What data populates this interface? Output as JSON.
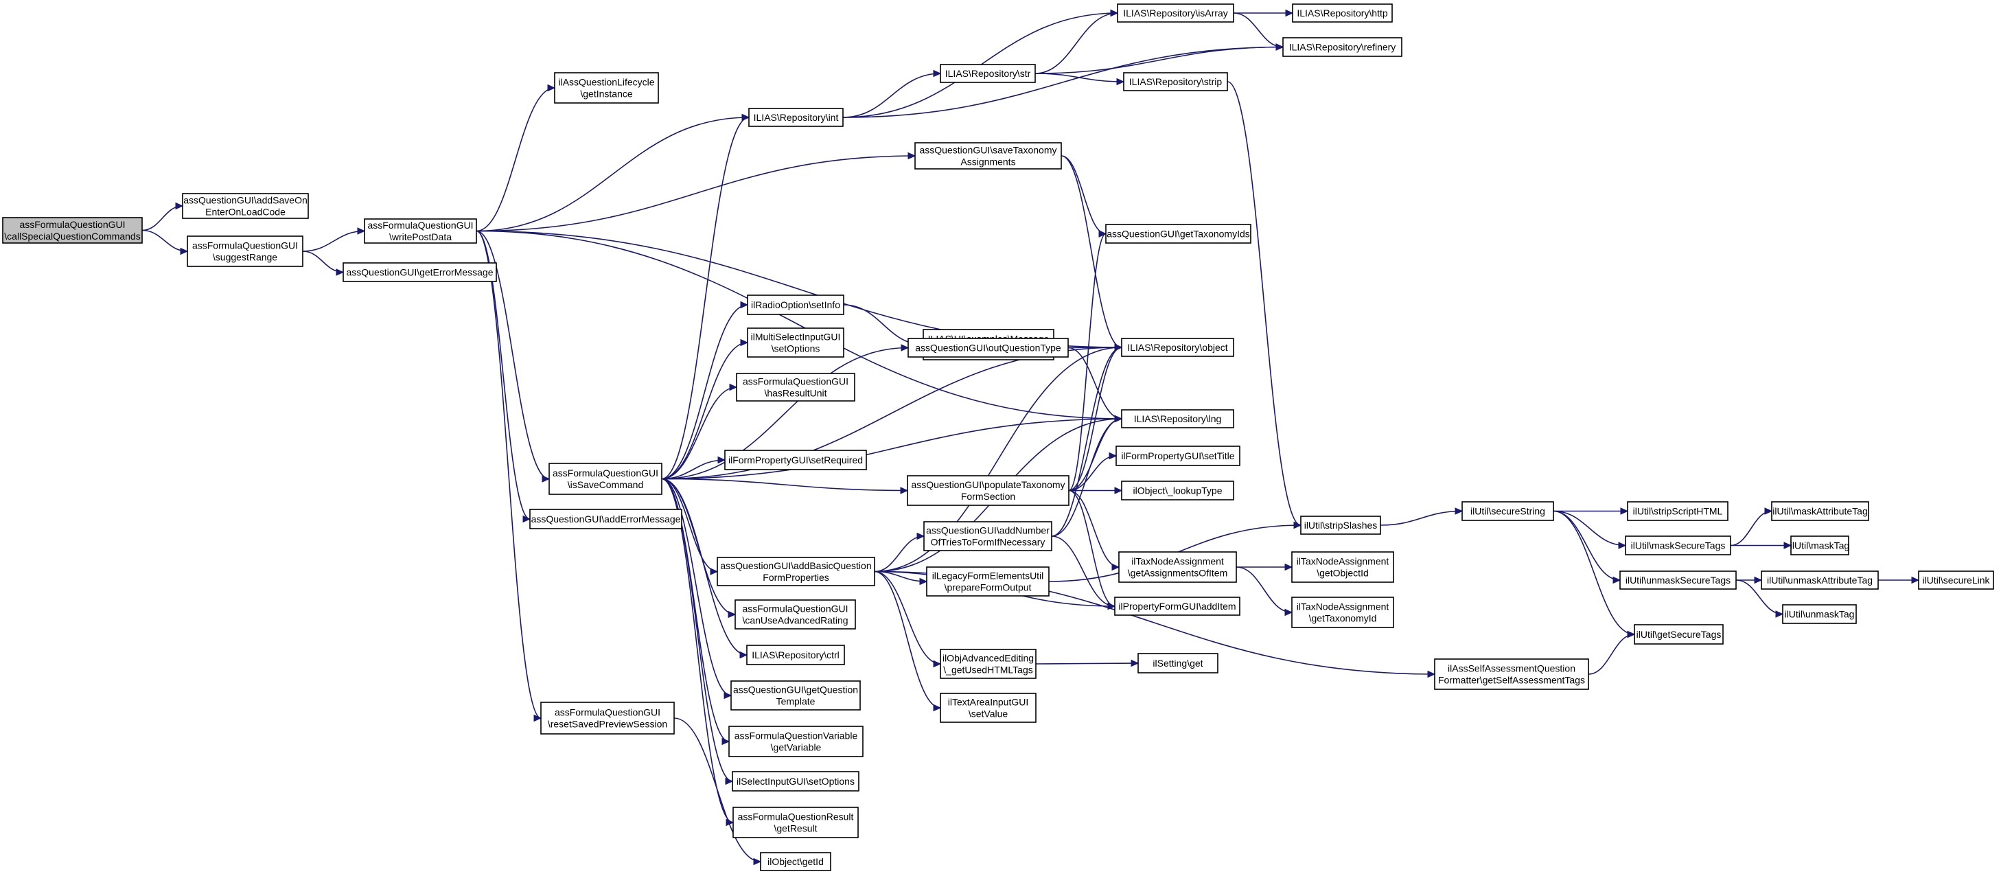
{
  "graph": {
    "nodes": [
      {
        "id": "n1",
        "lines": [
          "assFormulaQuestionGUI",
          "\\callSpecialQuestionCommands"
        ],
        "root": true
      },
      {
        "id": "n2",
        "lines": [
          "assQuestionGUI\\addSaveOn",
          "EnterOnLoadCode"
        ]
      },
      {
        "id": "n3",
        "lines": [
          "assFormulaQuestionGUI",
          "\\suggestRange"
        ]
      },
      {
        "id": "n4",
        "lines": [
          "assFormulaQuestionGUI",
          "\\writePostData"
        ]
      },
      {
        "id": "n5",
        "lines": [
          "assQuestionGUI\\getErrorMessage"
        ]
      },
      {
        "id": "n6",
        "lines": [
          "ilAssQuestionLifecycle",
          "\\getInstance"
        ]
      },
      {
        "id": "n7",
        "lines": [
          "ILIAS\\Repository\\int"
        ]
      },
      {
        "id": "n8",
        "lines": [
          "assQuestionGUI\\saveTaxonomy",
          "Assignments"
        ]
      },
      {
        "id": "n9",
        "lines": [
          "ILIAS\\Repository\\object"
        ]
      },
      {
        "id": "n10",
        "lines": [
          "ILIAS\\Repository\\lng"
        ]
      },
      {
        "id": "n11",
        "lines": [
          "assFormulaQuestionGUI",
          "\\isSaveCommand"
        ]
      },
      {
        "id": "n12",
        "lines": [
          "assQuestionGUI\\addErrorMessage"
        ]
      },
      {
        "id": "n13",
        "lines": [
          "assFormulaQuestionGUI",
          "\\resetSavedPreviewSession"
        ]
      },
      {
        "id": "n14",
        "lines": [
          "ILIAS\\Repository\\isArray"
        ]
      },
      {
        "id": "n15",
        "lines": [
          "ILIAS\\Repository\\http"
        ]
      },
      {
        "id": "n16",
        "lines": [
          "ILIAS\\Repository\\str"
        ]
      },
      {
        "id": "n17",
        "lines": [
          "ILIAS\\Repository\\refinery"
        ]
      },
      {
        "id": "n18",
        "lines": [
          "ILIAS\\Repository\\strip"
        ]
      },
      {
        "id": "n19",
        "lines": [
          "ilUtil\\stripSlashes"
        ]
      },
      {
        "id": "n20",
        "lines": [
          "assQuestionGUI\\getTaxonomyIds"
        ]
      },
      {
        "id": "n21",
        "lines": [
          "ilRadioOption\\setInfo"
        ]
      },
      {
        "id": "n22",
        "lines": [
          "ILIAS\\UI\\examples\\Message",
          "Box\\Info\\info"
        ]
      },
      {
        "id": "n23",
        "lines": [
          "ilMultiSelectInputGUI",
          "\\setOptions"
        ]
      },
      {
        "id": "n24",
        "lines": [
          "assFormulaQuestionGUI",
          "\\hasResultUnit"
        ]
      },
      {
        "id": "n25",
        "lines": [
          "assQuestionGUI\\outQuestionType"
        ]
      },
      {
        "id": "n26",
        "lines": [
          "ilFormPropertyGUI\\setRequired"
        ]
      },
      {
        "id": "n27",
        "lines": [
          "assQuestionGUI\\populateTaxonomy",
          "FormSection"
        ]
      },
      {
        "id": "n28",
        "lines": [
          "ilFormPropertyGUI\\setTitle"
        ]
      },
      {
        "id": "n29",
        "lines": [
          "ilObject\\_lookupType"
        ]
      },
      {
        "id": "n30",
        "lines": [
          "ilTaxNodeAssignment",
          "\\getAssignmentsOfItem"
        ]
      },
      {
        "id": "n31",
        "lines": [
          "ilTaxNodeAssignment",
          "\\getObjectId"
        ]
      },
      {
        "id": "n32",
        "lines": [
          "ilTaxNodeAssignment",
          "\\getTaxonomyId"
        ]
      },
      {
        "id": "n33",
        "lines": [
          "ilPropertyFormGUI\\addItem"
        ]
      },
      {
        "id": "n34",
        "lines": [
          "assQuestionGUI\\addBasicQuestion",
          "FormProperties"
        ]
      },
      {
        "id": "n35",
        "lines": [
          "assQuestionGUI\\addNumber",
          "OfTriesToFormIfNecessary"
        ]
      },
      {
        "id": "n36",
        "lines": [
          "ilLegacyFormElementsUtil",
          "\\prepareFormOutput"
        ]
      },
      {
        "id": "n37",
        "lines": [
          "ilObjAdvancedEditing",
          "\\_getUsedHTMLTags"
        ]
      },
      {
        "id": "n38",
        "lines": [
          "ilSetting\\get"
        ]
      },
      {
        "id": "n39",
        "lines": [
          "ilTextAreaInputGUI",
          "\\setValue"
        ]
      },
      {
        "id": "n40",
        "lines": [
          "assFormulaQuestionGUI",
          "\\canUseAdvancedRating"
        ]
      },
      {
        "id": "n41",
        "lines": [
          "ILIAS\\Repository\\ctrl"
        ]
      },
      {
        "id": "n42",
        "lines": [
          "assQuestionGUI\\getQuestion",
          "Template"
        ]
      },
      {
        "id": "n43",
        "lines": [
          "assFormulaQuestionVariable",
          "\\getVariable"
        ]
      },
      {
        "id": "n44",
        "lines": [
          "ilSelectInputGUI\\setOptions"
        ]
      },
      {
        "id": "n45",
        "lines": [
          "assFormulaQuestionResult",
          "\\getResult"
        ]
      },
      {
        "id": "n46",
        "lines": [
          "ilObject\\getId"
        ]
      },
      {
        "id": "n47",
        "lines": [
          "ilUtil\\secureString"
        ]
      },
      {
        "id": "n48",
        "lines": [
          "ilUtil\\stripScriptHTML"
        ]
      },
      {
        "id": "n49",
        "lines": [
          "ilUtil\\maskSecureTags"
        ]
      },
      {
        "id": "n50",
        "lines": [
          "ilUtil\\maskAttributeTag"
        ]
      },
      {
        "id": "n51",
        "lines": [
          "ilUtil\\maskTag"
        ]
      },
      {
        "id": "n52",
        "lines": [
          "ilUtil\\unmaskSecureTags"
        ]
      },
      {
        "id": "n53",
        "lines": [
          "ilUtil\\unmaskAttributeTag"
        ]
      },
      {
        "id": "n54",
        "lines": [
          "ilUtil\\secureLink"
        ]
      },
      {
        "id": "n55",
        "lines": [
          "ilUtil\\unmaskTag"
        ]
      },
      {
        "id": "n56",
        "lines": [
          "ilUtil\\getSecureTags"
        ]
      },
      {
        "id": "n57",
        "lines": [
          "ilAssSelfAssessmentQuestion",
          "Formatter\\getSelfAssessmentTags"
        ]
      }
    ],
    "edges": [
      [
        "n1",
        "n2"
      ],
      [
        "n1",
        "n3"
      ],
      [
        "n3",
        "n4"
      ],
      [
        "n3",
        "n5"
      ],
      [
        "n4",
        "n6"
      ],
      [
        "n4",
        "n7"
      ],
      [
        "n4",
        "n8"
      ],
      [
        "n4",
        "n9"
      ],
      [
        "n4",
        "n10"
      ],
      [
        "n4",
        "n11"
      ],
      [
        "n4",
        "n12"
      ],
      [
        "n4",
        "n13"
      ],
      [
        "n7",
        "n14"
      ],
      [
        "n7",
        "n16"
      ],
      [
        "n7",
        "n17"
      ],
      [
        "n14",
        "n15"
      ],
      [
        "n14",
        "n17"
      ],
      [
        "n16",
        "n14"
      ],
      [
        "n16",
        "n17"
      ],
      [
        "n16",
        "n18"
      ],
      [
        "n18",
        "n19"
      ],
      [
        "n8",
        "n20"
      ],
      [
        "n8",
        "n9"
      ],
      [
        "n11",
        "n7"
      ],
      [
        "n11",
        "n21"
      ],
      [
        "n11",
        "n23"
      ],
      [
        "n11",
        "n24"
      ],
      [
        "n11",
        "n25"
      ],
      [
        "n11",
        "n26"
      ],
      [
        "n11",
        "n27"
      ],
      [
        "n11",
        "n34"
      ],
      [
        "n11",
        "n40"
      ],
      [
        "n11",
        "n41"
      ],
      [
        "n11",
        "n42"
      ],
      [
        "n11",
        "n43"
      ],
      [
        "n11",
        "n44"
      ],
      [
        "n11",
        "n45"
      ],
      [
        "n11",
        "n9"
      ],
      [
        "n11",
        "n10"
      ],
      [
        "n21",
        "n22"
      ],
      [
        "n25",
        "n9"
      ],
      [
        "n25",
        "n10"
      ],
      [
        "n27",
        "n20"
      ],
      [
        "n27",
        "n9"
      ],
      [
        "n27",
        "n10"
      ],
      [
        "n27",
        "n28"
      ],
      [
        "n27",
        "n29"
      ],
      [
        "n27",
        "n30"
      ],
      [
        "n27",
        "n33"
      ],
      [
        "n30",
        "n31"
      ],
      [
        "n30",
        "n32"
      ],
      [
        "n34",
        "n9"
      ],
      [
        "n34",
        "n10"
      ],
      [
        "n34",
        "n35"
      ],
      [
        "n34",
        "n36"
      ],
      [
        "n34",
        "n33"
      ],
      [
        "n34",
        "n37"
      ],
      [
        "n34",
        "n39"
      ],
      [
        "n34",
        "n57"
      ],
      [
        "n35",
        "n9"
      ],
      [
        "n35",
        "n10"
      ],
      [
        "n35",
        "n33"
      ],
      [
        "n36",
        "n19"
      ],
      [
        "n37",
        "n38"
      ],
      [
        "n13",
        "n46"
      ],
      [
        "n19",
        "n47"
      ],
      [
        "n47",
        "n48"
      ],
      [
        "n47",
        "n49"
      ],
      [
        "n47",
        "n52"
      ],
      [
        "n47",
        "n56"
      ],
      [
        "n49",
        "n50"
      ],
      [
        "n49",
        "n51"
      ],
      [
        "n52",
        "n53"
      ],
      [
        "n52",
        "n55"
      ],
      [
        "n53",
        "n54"
      ],
      [
        "n57",
        "n56"
      ]
    ]
  }
}
